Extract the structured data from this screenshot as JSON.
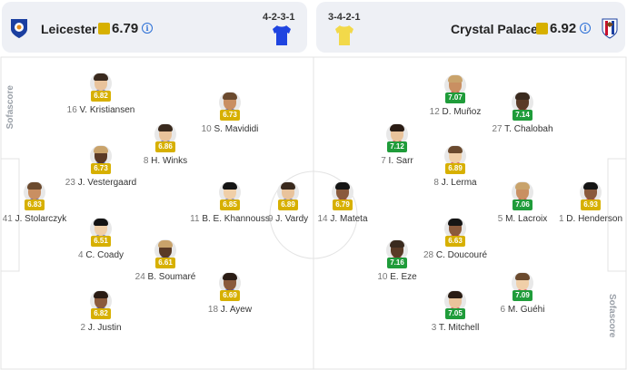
{
  "home": {
    "name": "Leicester",
    "rating": "6.79",
    "rating_color": "#d7b000",
    "formation": "4-2-3-1",
    "shirt_color": "#1f44e0",
    "crest_icon": "leicester-fox-crest"
  },
  "away": {
    "name": "Crystal Palace",
    "rating": "6.92",
    "rating_color": "#d7b000",
    "formation": "3-4-2-1",
    "shirt_color": "#f2d94a",
    "crest_icon": "crystal-palace-eagle-crest"
  },
  "watermark": "Sofascore",
  "home_players": [
    {
      "num": "16",
      "name": "V. Kristiansen",
      "rating": "6.82",
      "color": "yellow"
    },
    {
      "num": "23",
      "name": "J. Vestergaard",
      "rating": "6.73",
      "color": "yellow"
    },
    {
      "num": "41",
      "name": "J. Stolarczyk",
      "rating": "6.83",
      "color": "yellow"
    },
    {
      "num": "4",
      "name": "C. Coady",
      "rating": "6.51",
      "color": "yellow"
    },
    {
      "num": "2",
      "name": "J. Justin",
      "rating": "6.82",
      "color": "yellow"
    },
    {
      "num": "8",
      "name": "H. Winks",
      "rating": "6.86",
      "color": "yellow"
    },
    {
      "num": "24",
      "name": "B. Soumaré",
      "rating": "6.61",
      "color": "yellow"
    },
    {
      "num": "10",
      "name": "S. Mavididi",
      "rating": "6.73",
      "color": "yellow"
    },
    {
      "num": "11",
      "name": "B. E. Khannouss",
      "rating": "6.85",
      "color": "yellow"
    },
    {
      "num": "18",
      "name": "J. Ayew",
      "rating": "6.69",
      "color": "yellow"
    },
    {
      "num": "9",
      "name": "J. Vardy",
      "rating": "6.89",
      "color": "yellow"
    }
  ],
  "away_players": [
    {
      "num": "14",
      "name": "J. Mateta",
      "rating": "6.79",
      "color": "yellow"
    },
    {
      "num": "7",
      "name": "I. Sarr",
      "rating": "7.12",
      "color": "green"
    },
    {
      "num": "10",
      "name": "E. Eze",
      "rating": "7.16",
      "color": "green"
    },
    {
      "num": "12",
      "name": "D. Muñoz",
      "rating": "7.07",
      "color": "green"
    },
    {
      "num": "8",
      "name": "J. Lerma",
      "rating": "6.89",
      "color": "yellow"
    },
    {
      "num": "28",
      "name": "C. Doucouré",
      "rating": "6.63",
      "color": "yellow"
    },
    {
      "num": "3",
      "name": "T. Mitchell",
      "rating": "7.05",
      "color": "green"
    },
    {
      "num": "27",
      "name": "T. Chalobah",
      "rating": "7.14",
      "color": "green"
    },
    {
      "num": "5",
      "name": "M. Lacroix",
      "rating": "7.06",
      "color": "green"
    },
    {
      "num": "6",
      "name": "M. Guéhi",
      "rating": "7.09",
      "color": "green"
    },
    {
      "num": "1",
      "name": "D. Henderson",
      "rating": "6.93",
      "color": "yellow"
    }
  ]
}
